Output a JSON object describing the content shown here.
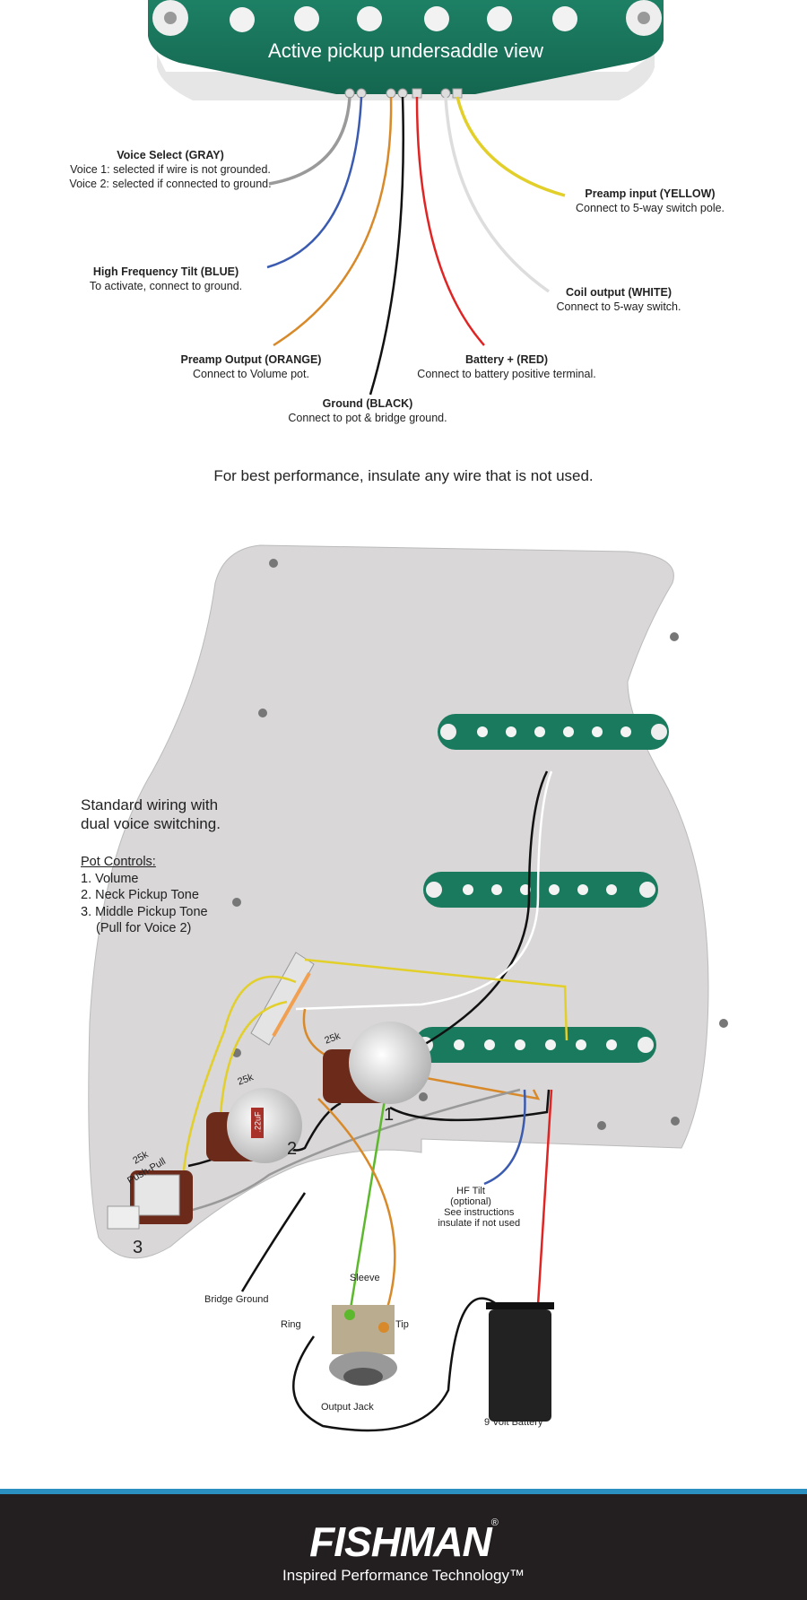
{
  "pickup_view": {
    "title": "Active pickup undersaddle view",
    "wires": [
      {
        "name": "Voice Select (GRAY)",
        "lines": [
          "Voice 1: selected if wire is not grounded.",
          "Voice 2: selected if connected to ground."
        ],
        "color": "#9a9a9a"
      },
      {
        "name": "High Frequency Tilt (BLUE)",
        "lines": [
          "To activate, connect to ground."
        ],
        "color": "#3a5bb0"
      },
      {
        "name": "Preamp Output (ORANGE)",
        "lines": [
          "Connect to Volume pot."
        ],
        "color": "#d88a2a"
      },
      {
        "name": "Ground (BLACK)",
        "lines": [
          "Connect to pot & bridge ground."
        ],
        "color": "#111111"
      },
      {
        "name": "Battery + (RED)",
        "lines": [
          "Connect to battery positive terminal."
        ],
        "color": "#e02424"
      },
      {
        "name": "Coil output (WHITE)",
        "lines": [
          "Connect to 5-way switch."
        ],
        "color": "#dddddd"
      },
      {
        "name": "Preamp input (YELLOW)",
        "lines": [
          "Connect to 5-way switch pole."
        ],
        "color": "#e2cf2a"
      }
    ],
    "note": "For best performance, insulate any wire that is not used."
  },
  "wiring": {
    "heading": [
      "Standard wiring with",
      "dual voice switching."
    ],
    "pot_controls_title": "Pot Controls:",
    "pot_controls": [
      "1. Volume",
      "2. Neck Pickup Tone",
      "3. Middle Pickup Tone",
      "(Pull for Voice 2)"
    ],
    "pot_values": [
      "25k",
      "25k",
      "25k",
      "Push-Pull"
    ],
    "cap_value": ".22uF",
    "pot_numbers": [
      "1",
      "2",
      "3"
    ],
    "hf_tilt": [
      "HF Tilt",
      "(optional)",
      "See instructions",
      "insulate if not used"
    ],
    "bridge_ground": "Bridge Ground",
    "jack_labels": {
      "sleeve": "Sleeve",
      "ring": "Ring",
      "tip": "Tip",
      "jack": "Output Jack"
    },
    "battery": "9 Volt Battery"
  },
  "footer": {
    "brand": "FISHMAN",
    "reg": "®",
    "tagline": "Inspired Performance Technology™"
  },
  "colors": {
    "pickup_green": "#1a7a5e",
    "pickguard": "#d9d7d7",
    "footer_bg": "#231f20",
    "footer_accent": "#2b8fc0"
  }
}
